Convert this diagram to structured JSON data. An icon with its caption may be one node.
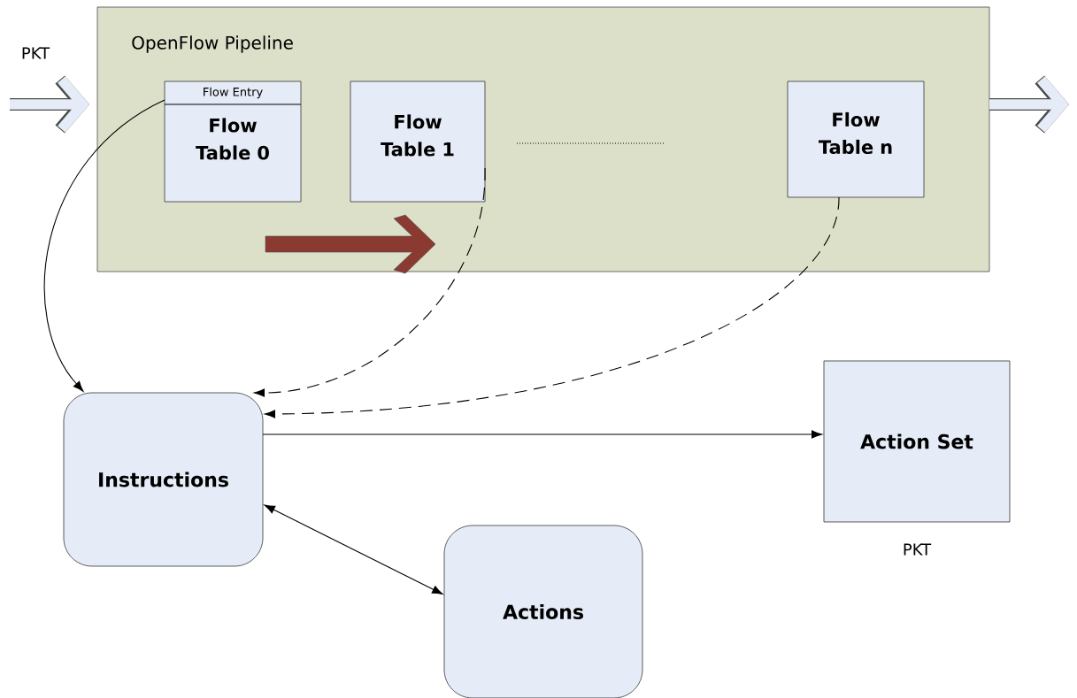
{
  "diagram": {
    "nodes": [
      {
        "text": [
          "OpenFlow Pipeline"
        ]
      },
      {
        "text": [
          "Flow Entry",
          "Flow Table 0"
        ],
        "in": 0
      },
      {
        "text": [
          "Flow Table 1"
        ],
        "in": 0
      },
      {
        "text": [
          "Flow Table n"
        ],
        "in": 0
      },
      {
        "text": [
          "Instructions"
        ]
      },
      {
        "text": [
          "Action Set"
        ],
        "beside": [
          "PKT"
        ]
      },
      {
        "text": [
          "Actions"
        ]
      }
    ],
    "edges": [
      {
        "from": 1,
        "to": 4,
        "arrow": "to"
      },
      {
        "from": 2,
        "to": 4,
        "arrow": "to",
        "style": "dashed"
      },
      {
        "from": 3,
        "to": 4,
        "arrow": "to",
        "style": "dashed"
      },
      {
        "from": 4,
        "to": 5,
        "arrow": "to"
      },
      {
        "from": 4,
        "to": 6,
        "arrow": "both"
      },
      {
        "from": null,
        "to": 0,
        "arrow": "to",
        "style": "thick",
        "color": "#e6ecf7"
      },
      {
        "from": 0,
        "to": null,
        "arrow": "to",
        "style": "thick",
        "color": "#e6ecf7"
      }
    ],
    "labels": [
      "PKT"
    ]
  }
}
